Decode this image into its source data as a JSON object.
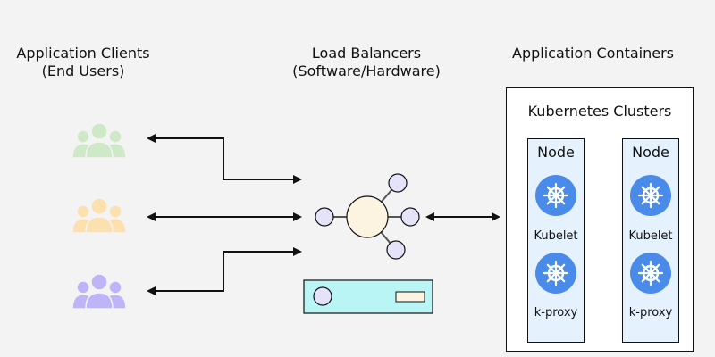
{
  "headings": {
    "clients": {
      "line1": "Application Clients",
      "line2": "(End Users)"
    },
    "load_balancers": {
      "line1": "Load Balancers",
      "line2": "(Software/Hardware)"
    },
    "containers": {
      "line1": "Application Containers"
    }
  },
  "clients": [
    {
      "name": "client-group-1",
      "color": "#cfe8c8"
    },
    {
      "name": "client-group-2",
      "color": "#fde0b0"
    },
    {
      "name": "client-group-3",
      "color": "#bdb5f8"
    }
  ],
  "load_balancer": {
    "hub_color": "#fdf3e1",
    "satellite_color": "#e4e3fa",
    "device_color": "#b9f5f5",
    "device_slot_color": "#fdf3e1"
  },
  "cluster": {
    "title": "Kubernetes Clusters",
    "nodes": [
      {
        "title": "Node",
        "components": [
          "Kubelet",
          "k-proxy"
        ]
      },
      {
        "title": "Node",
        "components": [
          "Kubelet",
          "k-proxy"
        ]
      }
    ],
    "icon_color": "#4a8bea"
  }
}
